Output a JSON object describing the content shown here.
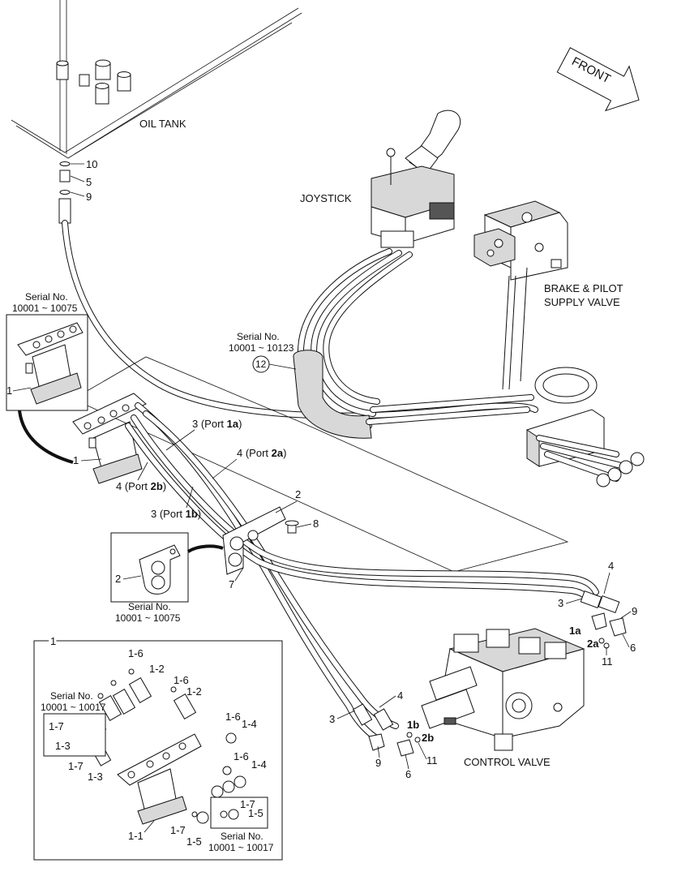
{
  "labels": {
    "oil_tank": "OIL TANK",
    "joystick": "JOYSTICK",
    "front": "FRONT",
    "brake_pilot_1": "BRAKE & PILOT",
    "brake_pilot_2": "SUPPLY VALVE",
    "control_valve": "CONTROL VALVE"
  },
  "serials": {
    "top_left_1": "Serial No.",
    "top_left_2": "10001 ~ 10075",
    "joystick_1": "Serial No.",
    "joystick_2": "10001 ~ 10123",
    "bracket_1": "Serial No.",
    "bracket_2": "10001 ~ 10075",
    "detail_left_1": "Serial No.",
    "detail_left_2": "10001 ~ 10017",
    "detail_bottom_1": "Serial No.",
    "detail_bottom_2": "10001 ~ 10017"
  },
  "callouts": {
    "n10": "10",
    "n5": "5",
    "n9_top": "9",
    "n12": "12",
    "n1_topleft": "1",
    "n1_main": "1",
    "port_1a_pre": "3 (Port ",
    "port_1a_b": "1a",
    "port_1a_post": ")",
    "port_2a_pre": "4 (Port ",
    "port_2a_b": "2a",
    "port_2a_post": ")",
    "port_2b_pre": "4 (Port ",
    "port_2b_b": "2b",
    "port_2b_post": ")",
    "port_1b_pre": "3 (Port ",
    "port_1b_b": "1b",
    "port_1b_post": ")",
    "n2_top": "2",
    "n8": "8",
    "n7": "7",
    "n2_box": "2",
    "r4": "4",
    "r3": "3",
    "r9": "9",
    "r1a": "1a",
    "r2a": "2a",
    "r6": "6",
    "r11": "11",
    "c4": "4",
    "c3": "3",
    "c1b": "1b",
    "c2b": "2b",
    "c9": "9",
    "c6": "6",
    "c11": "11",
    "d1": "1",
    "d1_6a": "1-6",
    "d1_2a": "1-2",
    "d1_6b": "1-6",
    "d1_2b": "1-2",
    "d1_7a": "1-7",
    "d1_3a": "1-3",
    "d1_7b": "1-7",
    "d1_3b": "1-3",
    "d1_6c": "1-6",
    "d1_4a": "1-4",
    "d1_6d": "1-6",
    "d1_4b": "1-4",
    "d1_7c": "1-7",
    "d1_5a": "1-5",
    "d1_1": "1-1",
    "d1_7d": "1-7",
    "d1_5b": "1-5"
  }
}
